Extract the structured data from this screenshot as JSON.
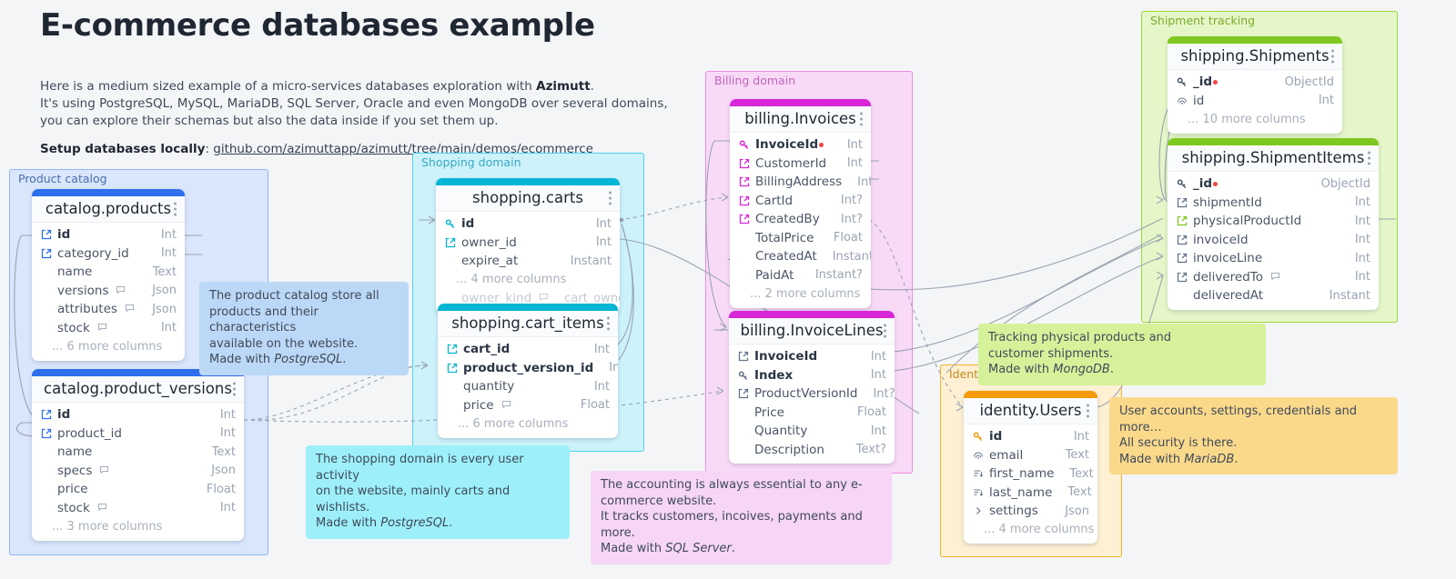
{
  "header": {
    "title": "E-commerce databases example",
    "intro_line1_a": "Here is a medium sized example of a micro-services databases exploration with ",
    "intro_brand": "Azimutt",
    "intro_line1_b": ".",
    "intro_line2": "It's using PostgreSQL, MySQL, MariaDB, SQL Server, Oracle and even MongoDB over several domains,",
    "intro_line3": "you can explore their schemas but also the data inside if you set them up.",
    "setup_label": "Setup databases locally",
    "setup_sep": ": ",
    "setup_link": "github.com/azimuttapp/azimutt/tree/main/demos/ecommerce"
  },
  "domains": {
    "catalog": {
      "label": "Product catalog",
      "color": "#8eb7f5"
    },
    "shopping": {
      "label": "Shopping domain",
      "color": "#4ed2ef"
    },
    "billing": {
      "label": "Billing domain",
      "color": "#ef8ae6"
    },
    "identity": {
      "label": "Identity",
      "color": "#f5b22b"
    },
    "shipping": {
      "label": "Shipment tracking",
      "color": "#9ad83a"
    }
  },
  "tables": {
    "catalog_products": {
      "name": "catalog.products",
      "accent": "#2f6fed",
      "columns": [
        {
          "icon": "fk-icon",
          "name": "id",
          "type": "Int",
          "bold": true
        },
        {
          "icon": "fk-icon",
          "name": "category_id",
          "type": "Int",
          "bold": false
        },
        {
          "icon": "none",
          "name": "name",
          "type": "Text",
          "bold": false
        },
        {
          "icon": "none",
          "name": "versions",
          "type": "Json",
          "bold": false,
          "bubble": true
        },
        {
          "icon": "none",
          "name": "attributes",
          "type": "Json",
          "bold": false,
          "bubble": true
        },
        {
          "icon": "none",
          "name": "stock",
          "type": "Int",
          "bold": false,
          "bubble": true
        }
      ],
      "more": "... 6 more columns"
    },
    "catalog_product_versions": {
      "name": "catalog.product_versions",
      "accent": "#2f6fed",
      "columns": [
        {
          "icon": "fk-icon",
          "name": "id",
          "type": "Int",
          "bold": true
        },
        {
          "icon": "fk-icon",
          "name": "product_id",
          "type": "Int",
          "bold": false
        },
        {
          "icon": "none",
          "name": "name",
          "type": "Text",
          "bold": false
        },
        {
          "icon": "none",
          "name": "specs",
          "type": "Json",
          "bold": false,
          "bubble": true
        },
        {
          "icon": "none",
          "name": "price",
          "type": "Float",
          "bold": false
        },
        {
          "icon": "none",
          "name": "stock",
          "type": "Int",
          "bold": false,
          "bubble": true
        }
      ],
      "more": "... 3 more columns"
    },
    "shopping_carts": {
      "name": "shopping.carts",
      "accent": "#06b6d4",
      "columns": [
        {
          "icon": "key-icon",
          "name": "id",
          "type": "Int",
          "bold": true
        },
        {
          "icon": "fk-icon",
          "name": "owner_id",
          "type": "Int",
          "bold": false
        },
        {
          "icon": "none",
          "name": "expire_at",
          "type": "Instant",
          "bold": false
        }
      ],
      "more": "... 4 more columns",
      "clipped_row": {
        "name": "owner_kind",
        "type": "cart_owner",
        "bubble": true
      }
    },
    "shopping_cart_items": {
      "name": "shopping.cart_items",
      "accent": "#06b6d4",
      "columns": [
        {
          "icon": "fk-icon",
          "name": "cart_id",
          "type": "Int",
          "bold": true
        },
        {
          "icon": "fk-icon",
          "name": "product_version_id",
          "type": "Int",
          "bold": true
        },
        {
          "icon": "none",
          "name": "quantity",
          "type": "Int",
          "bold": false
        },
        {
          "icon": "none",
          "name": "price",
          "type": "Float",
          "bold": false,
          "bubble": true
        }
      ],
      "more": "... 6 more columns"
    },
    "billing_invoices": {
      "name": "billing.Invoices",
      "accent": "#d926d9",
      "columns": [
        {
          "icon": "key-icon-pink",
          "name": "InvoiceId",
          "type": "Int",
          "bold": true,
          "reddot": true
        },
        {
          "icon": "fk-icon-pink",
          "name": "CustomerId",
          "type": "Int",
          "bold": false
        },
        {
          "icon": "fk-icon-pink",
          "name": "BillingAddress",
          "type": "Int",
          "bold": false
        },
        {
          "icon": "fk-icon-pink",
          "name": "CartId",
          "type": "Int?",
          "bold": false
        },
        {
          "icon": "fk-icon-pink",
          "name": "CreatedBy",
          "type": "Int?",
          "bold": false
        },
        {
          "icon": "none",
          "name": "TotalPrice",
          "type": "Float",
          "bold": false
        },
        {
          "icon": "none",
          "name": "CreatedAt",
          "type": "Instant",
          "bold": false
        },
        {
          "icon": "none",
          "name": "PaidAt",
          "type": "Instant?",
          "bold": false
        }
      ],
      "more": "... 2 more columns"
    },
    "billing_invoice_lines": {
      "name": "billing.InvoiceLines",
      "accent": "#d926d9",
      "columns": [
        {
          "icon": "fk-icon",
          "name": "InvoiceId",
          "type": "Int",
          "bold": true
        },
        {
          "icon": "key-icon-gray",
          "name": "Index",
          "type": "Int",
          "bold": true
        },
        {
          "icon": "fk-icon",
          "name": "ProductVersionId",
          "type": "Int?",
          "bold": false
        },
        {
          "icon": "none",
          "name": "Price",
          "type": "Float",
          "bold": false
        },
        {
          "icon": "none",
          "name": "Quantity",
          "type": "Int",
          "bold": false
        },
        {
          "icon": "none",
          "name": "Description",
          "type": "Text?",
          "bold": false
        }
      ],
      "more": ""
    },
    "identity_users": {
      "name": "identity.Users",
      "accent": "#f59b0b",
      "columns": [
        {
          "icon": "key-icon-orange",
          "name": "id",
          "type": "Int",
          "bold": true
        },
        {
          "icon": "unique-icon",
          "name": "email",
          "type": "Text",
          "bold": false
        },
        {
          "icon": "index-icon",
          "name": "first_name",
          "type": "Text",
          "bold": false
        },
        {
          "icon": "index-icon",
          "name": "last_name",
          "type": "Text",
          "bold": false
        },
        {
          "icon": "nested-icon",
          "name": "settings",
          "type": "Json",
          "bold": false
        }
      ],
      "more": "... 4 more columns"
    },
    "shipping_shipments": {
      "name": "shipping.Shipments",
      "accent": "#7ec820",
      "columns": [
        {
          "icon": "key-icon-gray",
          "name": "_id",
          "type": "ObjectId",
          "bold": true,
          "reddot": true
        },
        {
          "icon": "unique-icon-gray",
          "name": "id",
          "type": "Int",
          "bold": false
        }
      ],
      "more": "... 10 more columns"
    },
    "shipping_shipment_items": {
      "name": "shipping.ShipmentItems",
      "accent": "#7ec820",
      "columns": [
        {
          "icon": "key-icon-gray",
          "name": "_id",
          "type": "ObjectId",
          "bold": true,
          "reddot": true
        },
        {
          "icon": "fk-icon",
          "name": "shipmentId",
          "type": "Int",
          "bold": false
        },
        {
          "icon": "fk-icon-green",
          "name": "physicalProductId",
          "type": "Int",
          "bold": false
        },
        {
          "icon": "fk-icon",
          "name": "invoiceId",
          "type": "Int",
          "bold": false
        },
        {
          "icon": "fk-icon",
          "name": "invoiceLine",
          "type": "Int",
          "bold": false
        },
        {
          "icon": "fk-icon",
          "name": "deliveredTo",
          "type": "Int",
          "bold": false,
          "bubble": true
        },
        {
          "icon": "none",
          "name": "deliveredAt",
          "type": "Instant",
          "bold": false
        }
      ],
      "more": ""
    }
  },
  "notes": {
    "catalog": {
      "l1": "The product catalog store all",
      "l2": "products and their characteristics",
      "l3": "available on the website.",
      "l4a": "Made with ",
      "l4b": "PostgreSQL",
      "l4c": "."
    },
    "shopping": {
      "l1": "The shopping domain is every user activity",
      "l2": "on the website, mainly carts and wishlists.",
      "l3": "",
      "l4a": "Made with ",
      "l4b": "PostgreSQL",
      "l4c": "."
    },
    "billing": {
      "l1": "The accounting is always essential to any e-",
      "l2": "commerce website.",
      "l3": "It tracks customers, incoives, payments and more.",
      "l4a": "Made with ",
      "l4b": "SQL Server",
      "l4c": "."
    },
    "shipping": {
      "l1": "Tracking physical products and",
      "l2": "customer shipments.",
      "l3": "",
      "l4a": "Made with ",
      "l4b": "MongoDB",
      "l4c": "."
    },
    "identity": {
      "l1": "User accounts, settings, credentials and more…",
      "l2": "All security is there.",
      "l3": "",
      "l4a": "Made with ",
      "l4b": "MariaDB",
      "l4c": "."
    }
  }
}
